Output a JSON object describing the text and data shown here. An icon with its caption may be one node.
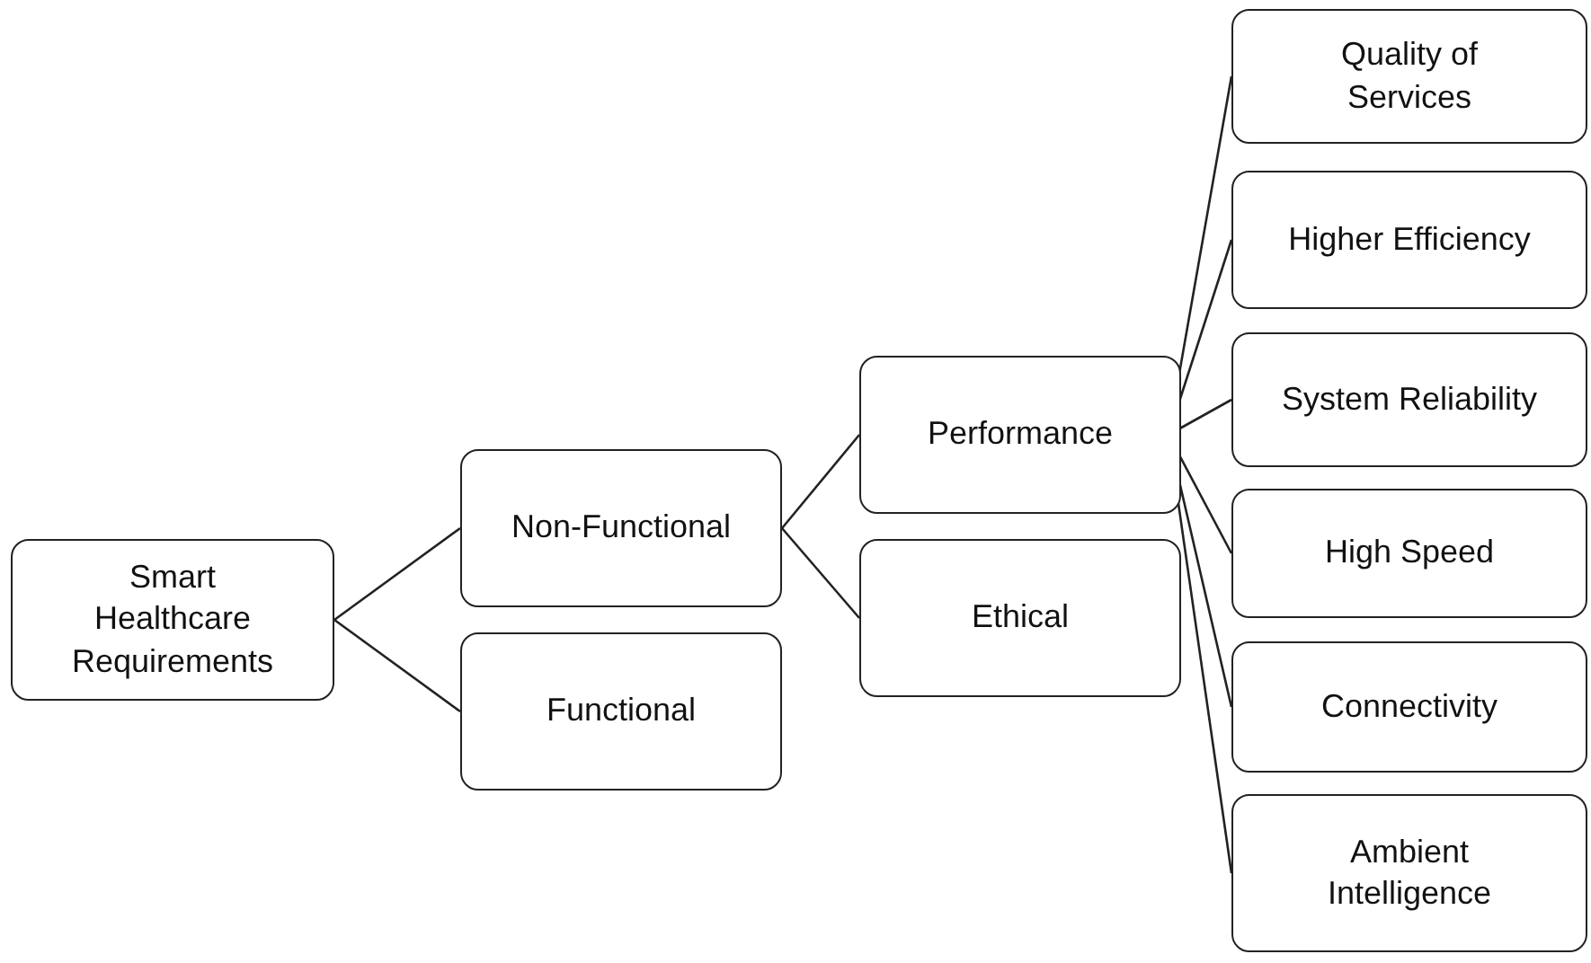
{
  "diagram": {
    "nodes": [
      {
        "text": [
          "Smart Healthcare Requirements"
        ]
      },
      {
        "text": [
          "Non-Functional"
        ]
      },
      {
        "text": [
          "Functional"
        ]
      },
      {
        "text": [
          "Performance"
        ]
      },
      {
        "text": [
          "Ethical"
        ]
      },
      {
        "text": [
          "Quality of Services"
        ]
      },
      {
        "text": [
          "Higher Efficiency"
        ]
      },
      {
        "text": [
          "System Reliability"
        ]
      },
      {
        "text": [
          "High Speed"
        ]
      },
      {
        "text": [
          "Connectivity"
        ]
      },
      {
        "text": [
          "Ambient Intelligence"
        ]
      }
    ],
    "edges": [
      {
        "from": 0,
        "to": 1,
        "arrow": "none"
      },
      {
        "from": 0,
        "to": 2,
        "arrow": "none"
      },
      {
        "from": 1,
        "to": 3,
        "arrow": "none"
      },
      {
        "from": 1,
        "to": 4,
        "arrow": "none"
      },
      {
        "from": 3,
        "to": 5,
        "arrow": "none"
      },
      {
        "from": 3,
        "to": 6,
        "arrow": "none"
      },
      {
        "from": 3,
        "to": 7,
        "arrow": "none"
      },
      {
        "from": 3,
        "to": 8,
        "arrow": "none"
      },
      {
        "from": 3,
        "to": 9,
        "arrow": "none"
      },
      {
        "from": 3,
        "to": 10,
        "arrow": "none"
      }
    ]
  }
}
